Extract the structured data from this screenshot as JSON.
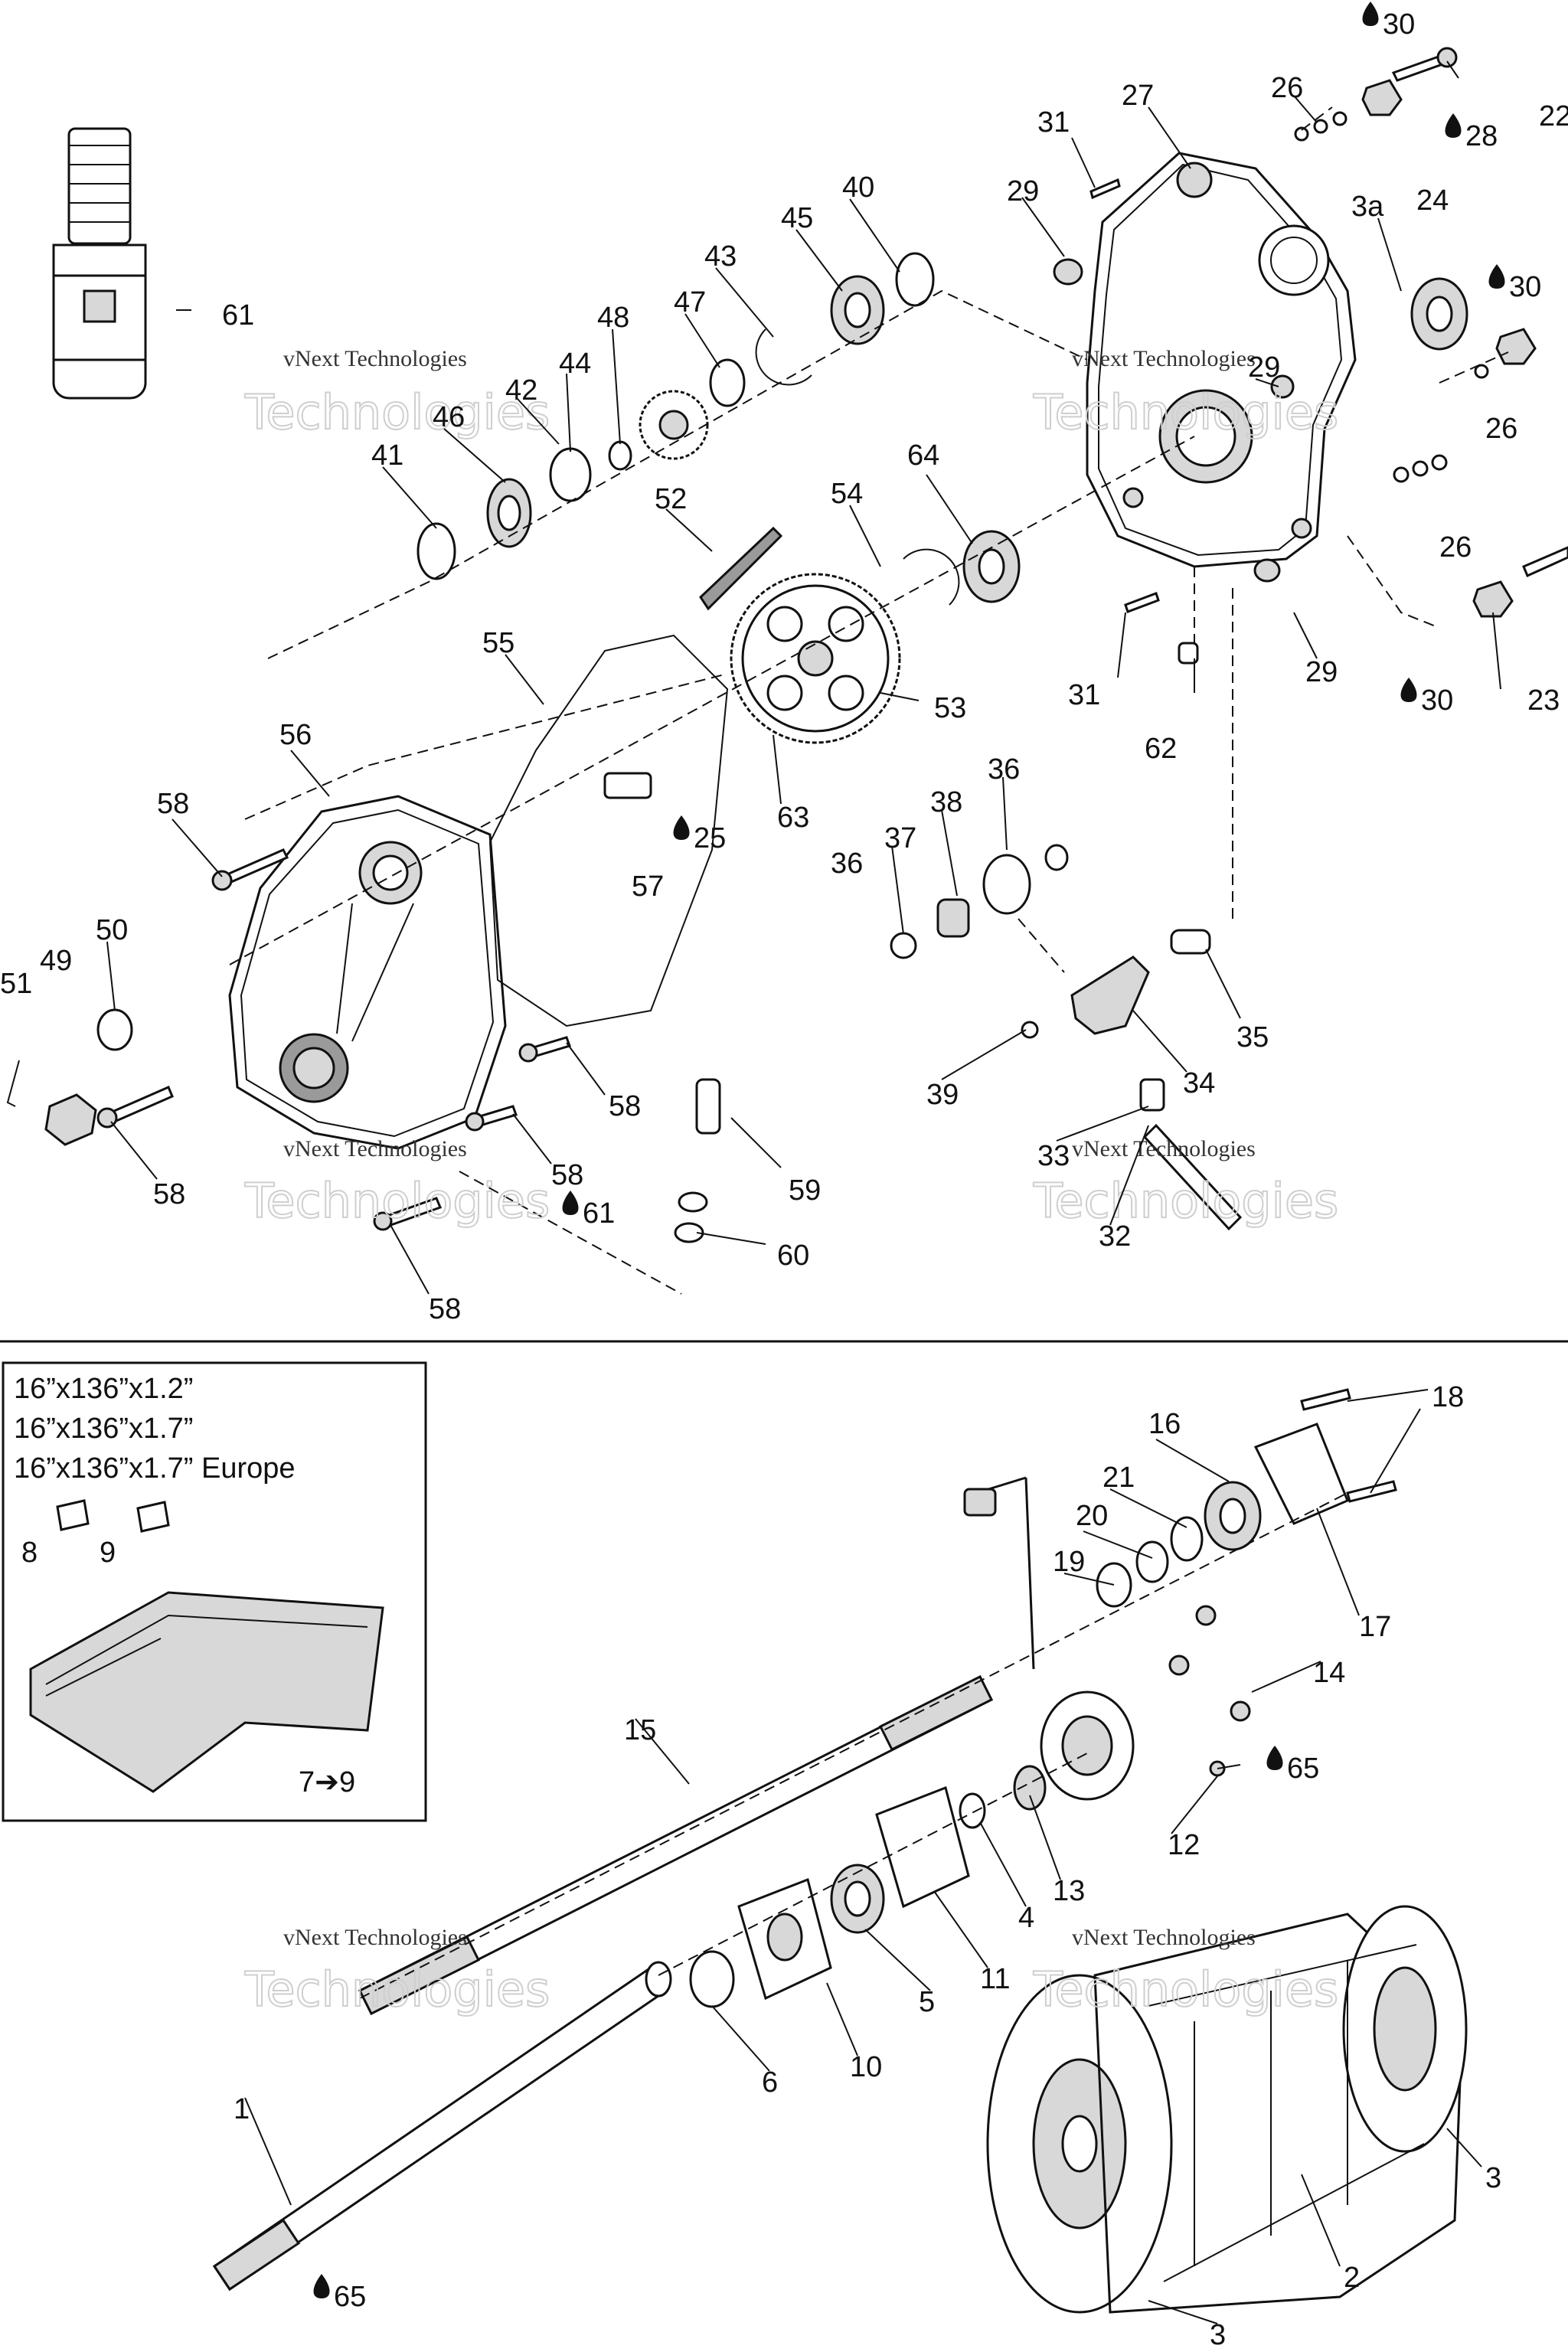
{
  "watermark": {
    "line1": "vNext Technologies",
    "line2": "Technologies"
  },
  "variant_box": {
    "lines": [
      "16”x136”x1.2”",
      "16”x136”x1.7”",
      "16”x136”x1.7” Europe"
    ],
    "labels": [
      "8",
      "9",
      "7➔9"
    ]
  },
  "callouts": [
    "30",
    "22",
    "26",
    "28",
    "27",
    "24",
    "31",
    "29",
    "3a",
    "30",
    "40",
    "45",
    "43",
    "47",
    "48",
    "44",
    "42",
    "46",
    "41",
    "61",
    "29",
    "26",
    "26",
    "54",
    "64",
    "52",
    "53",
    "55",
    "56",
    "63",
    "57",
    "25",
    "31",
    "62",
    "29",
    "30",
    "23",
    "36",
    "38",
    "37",
    "36",
    "58",
    "50",
    "49",
    "51",
    "35",
    "34",
    "39",
    "33",
    "32",
    "58",
    "58",
    "58",
    "59",
    "61",
    "60",
    "58",
    "18",
    "16",
    "21",
    "20",
    "19",
    "17",
    "14",
    "15",
    "65",
    "12",
    "13",
    "4",
    "11",
    "5",
    "10",
    "6",
    "1",
    "65",
    "3",
    "2",
    "3"
  ],
  "icons": {
    "oil_drop": "oil-drop-icon",
    "arrow": "arrow-icon"
  }
}
